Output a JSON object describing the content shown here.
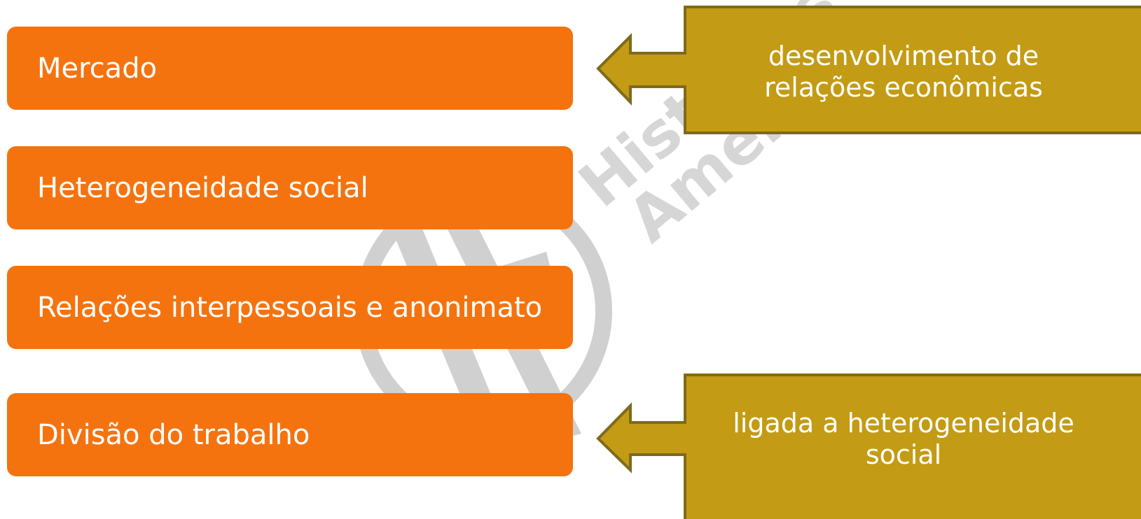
{
  "colors": {
    "box_fill": "#f5730f",
    "callout_fill": "#c39b14",
    "callout_border": "#7e6a1c",
    "watermark": "#8c8c8c"
  },
  "boxes": [
    {
      "label": "Mercado"
    },
    {
      "label": "Heterogeneidade social"
    },
    {
      "label": "Relações interpessoais e anonimato"
    },
    {
      "label": "Divisão do trabalho"
    }
  ],
  "callouts": [
    {
      "text": "desenvolvimento de relações econômicas",
      "points_to": "Mercado"
    },
    {
      "text": "ligada a heterogeneidade social",
      "points_to": "Divisão do trabalho"
    }
  ],
  "watermark": {
    "line1": "Histórias d",
    "line2": "Américas",
    "icon": "circular-H-logo"
  }
}
